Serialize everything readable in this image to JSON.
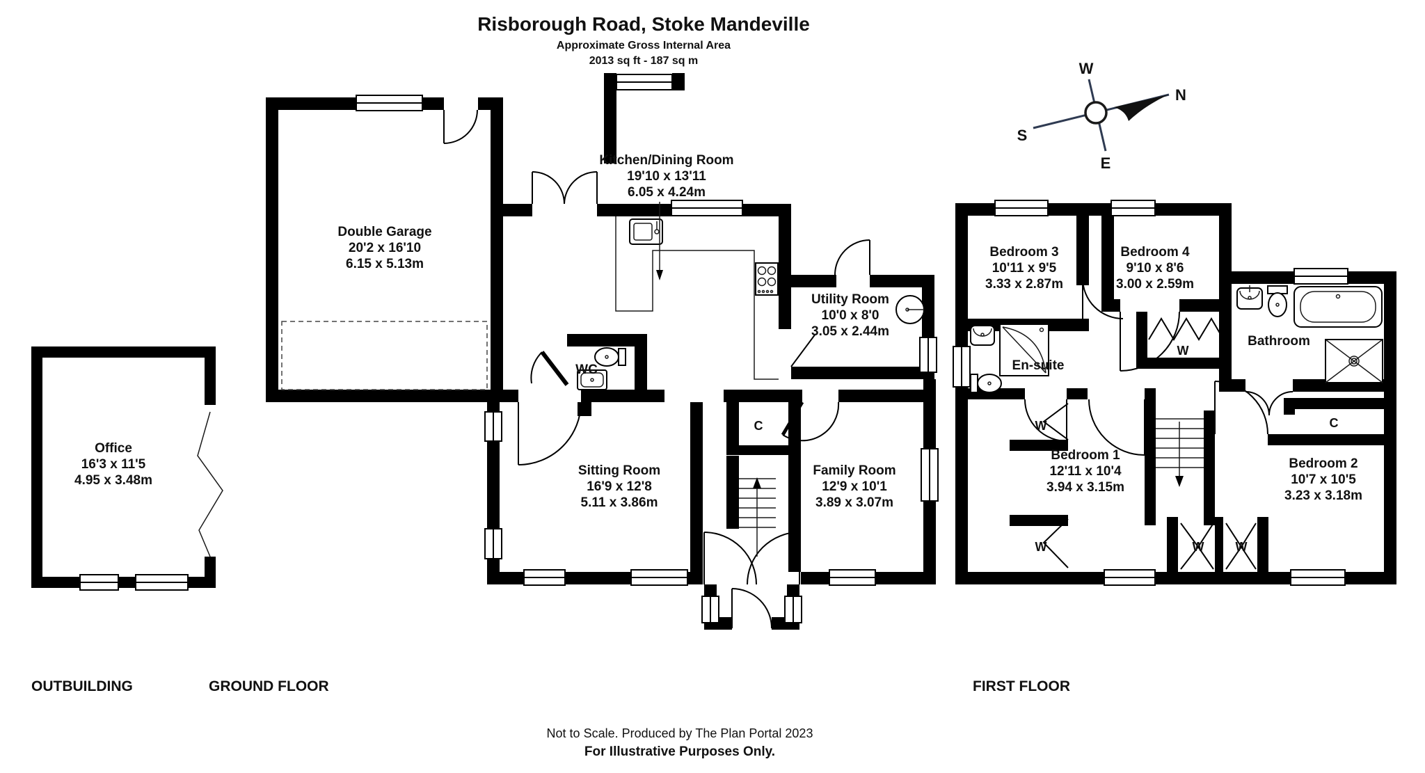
{
  "header": {
    "title": "Risborough Road, Stoke Mandeville",
    "subtitle": "Approximate Gross Internal Area",
    "area": "2013 sq ft - 187 sq m"
  },
  "compass": {
    "north": "N",
    "south": "S",
    "east": "E",
    "west": "W"
  },
  "sections": {
    "outbuilding": "OUTBUILDING",
    "ground_floor": "GROUND FLOOR",
    "first_floor": "FIRST FLOOR"
  },
  "rooms": {
    "office": {
      "name": "Office",
      "imperial": "16'3 x 11'5",
      "metric": "4.95 x 3.48m"
    },
    "garage": {
      "name": "Double Garage",
      "imperial": "20'2 x 16'10",
      "metric": "6.15 x 5.13m"
    },
    "kitchen": {
      "name": "Kitchen/Dining Room",
      "imperial": "19'10 x 13'11",
      "metric": "6.05 x 4.24m"
    },
    "utility": {
      "name": "Utility Room",
      "imperial": "10'0 x 8'0",
      "metric": "3.05 x 2.44m"
    },
    "wc": {
      "name": "WC"
    },
    "sitting": {
      "name": "Sitting Room",
      "imperial": "16'9 x 12'8",
      "metric": "5.11 x 3.86m"
    },
    "family": {
      "name": "Family Room",
      "imperial": "12'9 x 10'1",
      "metric": "3.89 x 3.07m"
    },
    "bed1": {
      "name": "Bedroom 1",
      "imperial": "12'11 x 10'4",
      "metric": "3.94 x 3.15m"
    },
    "bed2": {
      "name": "Bedroom 2",
      "imperial": "10'7 x 10'5",
      "metric": "3.23 x 3.18m"
    },
    "bed3": {
      "name": "Bedroom 3",
      "imperial": "10'11 x 9'5",
      "metric": "3.33 x 2.87m"
    },
    "bed4": {
      "name": "Bedroom 4",
      "imperial": "9'10 x 8'6",
      "metric": "3.00 x 2.59m"
    },
    "bathroom": {
      "name": "Bathroom"
    },
    "ensuite": {
      "name": "En-suite"
    }
  },
  "symbols": {
    "closet": "C",
    "wardrobe": "W"
  },
  "footer": {
    "line1": "Not to Scale. Produced by The Plan Portal 2023",
    "line2": "For Illustrative Purposes Only."
  },
  "colors": {
    "walls": "#000000",
    "background": "#ffffff",
    "compass_line": "#2f3b52"
  }
}
